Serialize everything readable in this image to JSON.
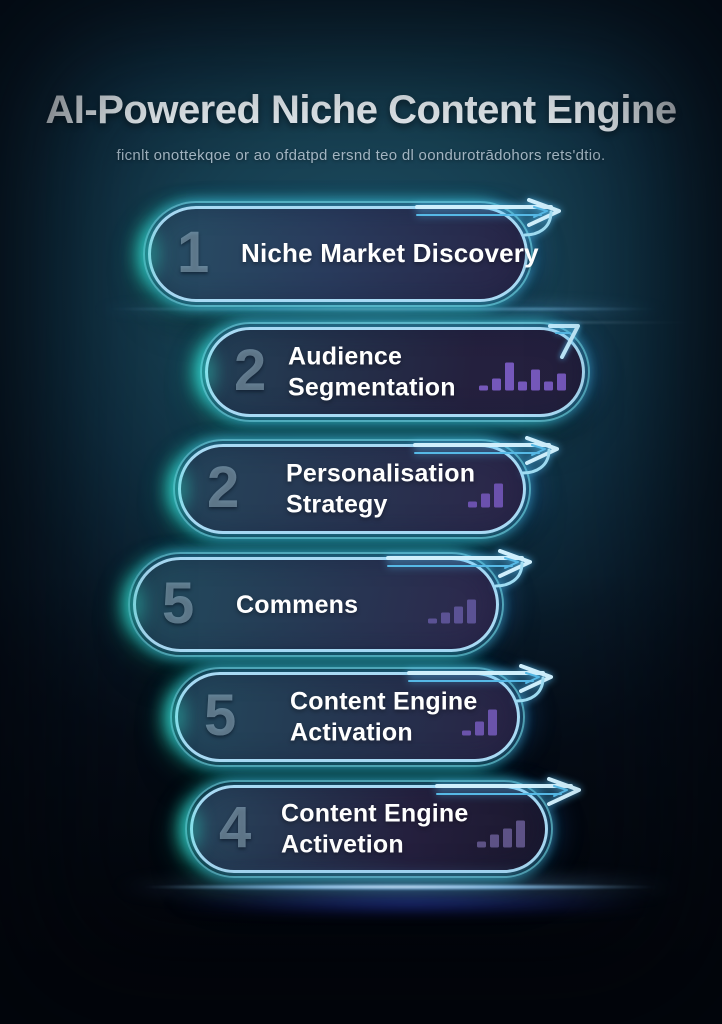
{
  "header": {
    "title": "AI-Powered Niche Content Engine",
    "subtitle": "ficnlt onottekqoe or ao ofdatpd ersnd teo dl oondurotrādohors rets'dtio."
  },
  "steps": [
    {
      "number": "1",
      "label": "Niche Market Discovery",
      "icon": "",
      "bars": [],
      "bar_color": ""
    },
    {
      "number": "2",
      "label": "Audience Segmentation",
      "icon": "bar-chart-icon",
      "bars": [
        5,
        12,
        28,
        9,
        21,
        9,
        17
      ],
      "bar_color": "#7558bb"
    },
    {
      "number": "2",
      "label": "Personalisation Strategy",
      "icon": "bar-chart-icon",
      "bars": [
        6,
        14,
        24
      ],
      "bar_color": "#6b51ad"
    },
    {
      "number": "5",
      "label": "Commens",
      "icon": "bar-chart-icon",
      "bars": [
        5,
        11,
        17,
        24
      ],
      "bar_color": "#5b5294"
    },
    {
      "number": "5",
      "label": "Content Engine Activation",
      "icon": "bar-chart-icon",
      "bars": [
        5,
        14,
        26
      ],
      "bar_color": "#6a53ab"
    },
    {
      "number": "4",
      "label": "Content Engine Activetion",
      "icon": "bar-chart-icon",
      "bars": [
        6,
        13,
        19,
        27
      ],
      "bar_color": "#5e5387"
    }
  ],
  "colors": {
    "background_top": "#1e4c62",
    "background_bottom": "#04070d",
    "capsule_border": "#a8daf4",
    "outer_ring": "#74e0f2",
    "accent_cyan": "#35e0d8",
    "accent_blue": "#4aa8f0",
    "title_text": "#eef5f9",
    "subtitle_text": "#a7bac7",
    "step_number": "#a8c6d8",
    "label_text": "#ffffff"
  }
}
